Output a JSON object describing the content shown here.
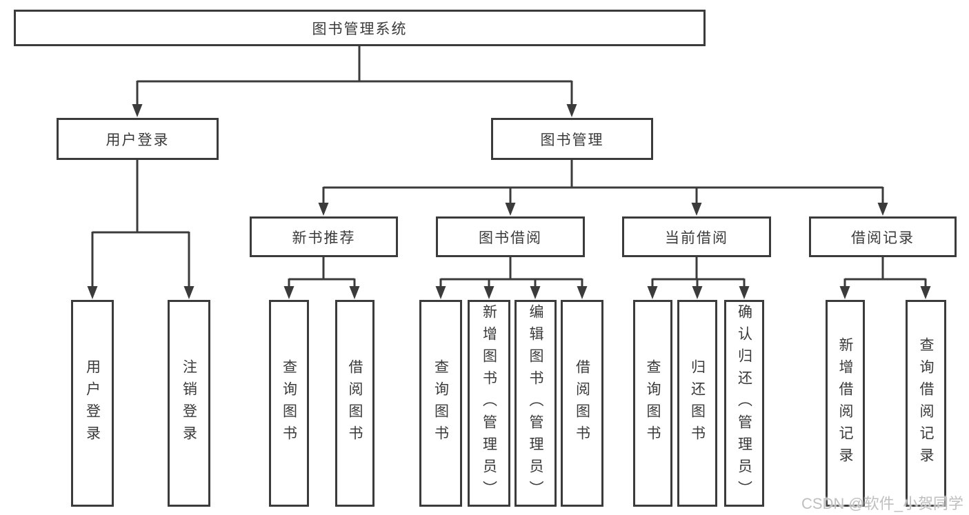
{
  "diagram": {
    "root": {
      "label": "图书管理系统"
    },
    "branches": [
      {
        "label": "用户登录",
        "children": [
          {
            "label": "用户登录"
          },
          {
            "label": "注销登录"
          }
        ]
      },
      {
        "label": "图书管理",
        "children": [
          {
            "label": "新书推荐",
            "children": [
              {
                "label": "查询图书"
              },
              {
                "label": "借阅图书"
              }
            ]
          },
          {
            "label": "图书借阅",
            "children": [
              {
                "label": "查询图书"
              },
              {
                "label": "新增图书（管理员）"
              },
              {
                "label": "编辑图书（管理员）"
              },
              {
                "label": "借阅图书"
              }
            ]
          },
          {
            "label": "当前借阅",
            "children": [
              {
                "label": "查询图书"
              },
              {
                "label": "归还图书"
              },
              {
                "label": "确认归还（管理员）"
              }
            ]
          },
          {
            "label": "借阅记录",
            "children": [
              {
                "label": "新增借阅记录"
              },
              {
                "label": "查询借阅记录"
              }
            ]
          }
        ]
      }
    ]
  },
  "watermark": {
    "text": "CSDN @软件_小贺同学"
  },
  "colors": {
    "line": "#3b3b3b",
    "text": "#3a3a3a",
    "box_background": "#ffffff",
    "watermark": "#bfbfbf"
  }
}
